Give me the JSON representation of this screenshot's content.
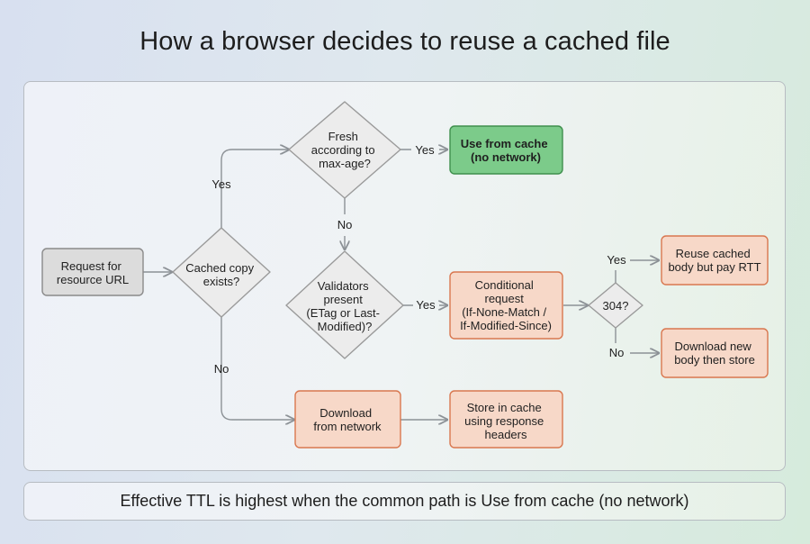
{
  "title": "How a browser decides to reuse a cached file",
  "footer": "Effective TTL is highest when the common path is Use from cache (no network)",
  "colors": {
    "gray_fill": "#dcdcdc",
    "gray_stroke": "#8a8a8a",
    "green_fill": "#7ccb8a",
    "green_stroke": "#3f8f4d",
    "orange_fill": "#f7d8c8",
    "orange_stroke": "#d9774f",
    "decision_fill": "#ececec",
    "decision_stroke": "#9a9a9a",
    "edge": "#8c9196"
  },
  "nodes": {
    "request": [
      "Request for",
      "resource URL"
    ],
    "cached_copy": [
      "Cached copy",
      "exists?"
    ],
    "fresh": [
      "Fresh",
      "according to",
      "max-age?"
    ],
    "use_cache": [
      "Use from cache",
      "(no network)"
    ],
    "validators": [
      "Validators",
      "present",
      "(ETag or Last-",
      "Modified)?"
    ],
    "conditional": [
      "Conditional",
      "request",
      "(If-None-Match /",
      "If-Modified-Since)"
    ],
    "q304": [
      "304?"
    ],
    "reuse": [
      "Reuse cached",
      "body but pay RTT"
    ],
    "download_new": [
      "Download new",
      "body then store"
    ],
    "download_net": [
      "Download",
      "from network"
    ],
    "store": [
      "Store in cache",
      "using response",
      "headers"
    ]
  },
  "edges": {
    "cached_yes": "Yes",
    "cached_no": "No",
    "fresh_yes": "Yes",
    "fresh_no": "No",
    "validators_yes": "Yes",
    "q304_yes": "Yes",
    "q304_no": "No"
  }
}
